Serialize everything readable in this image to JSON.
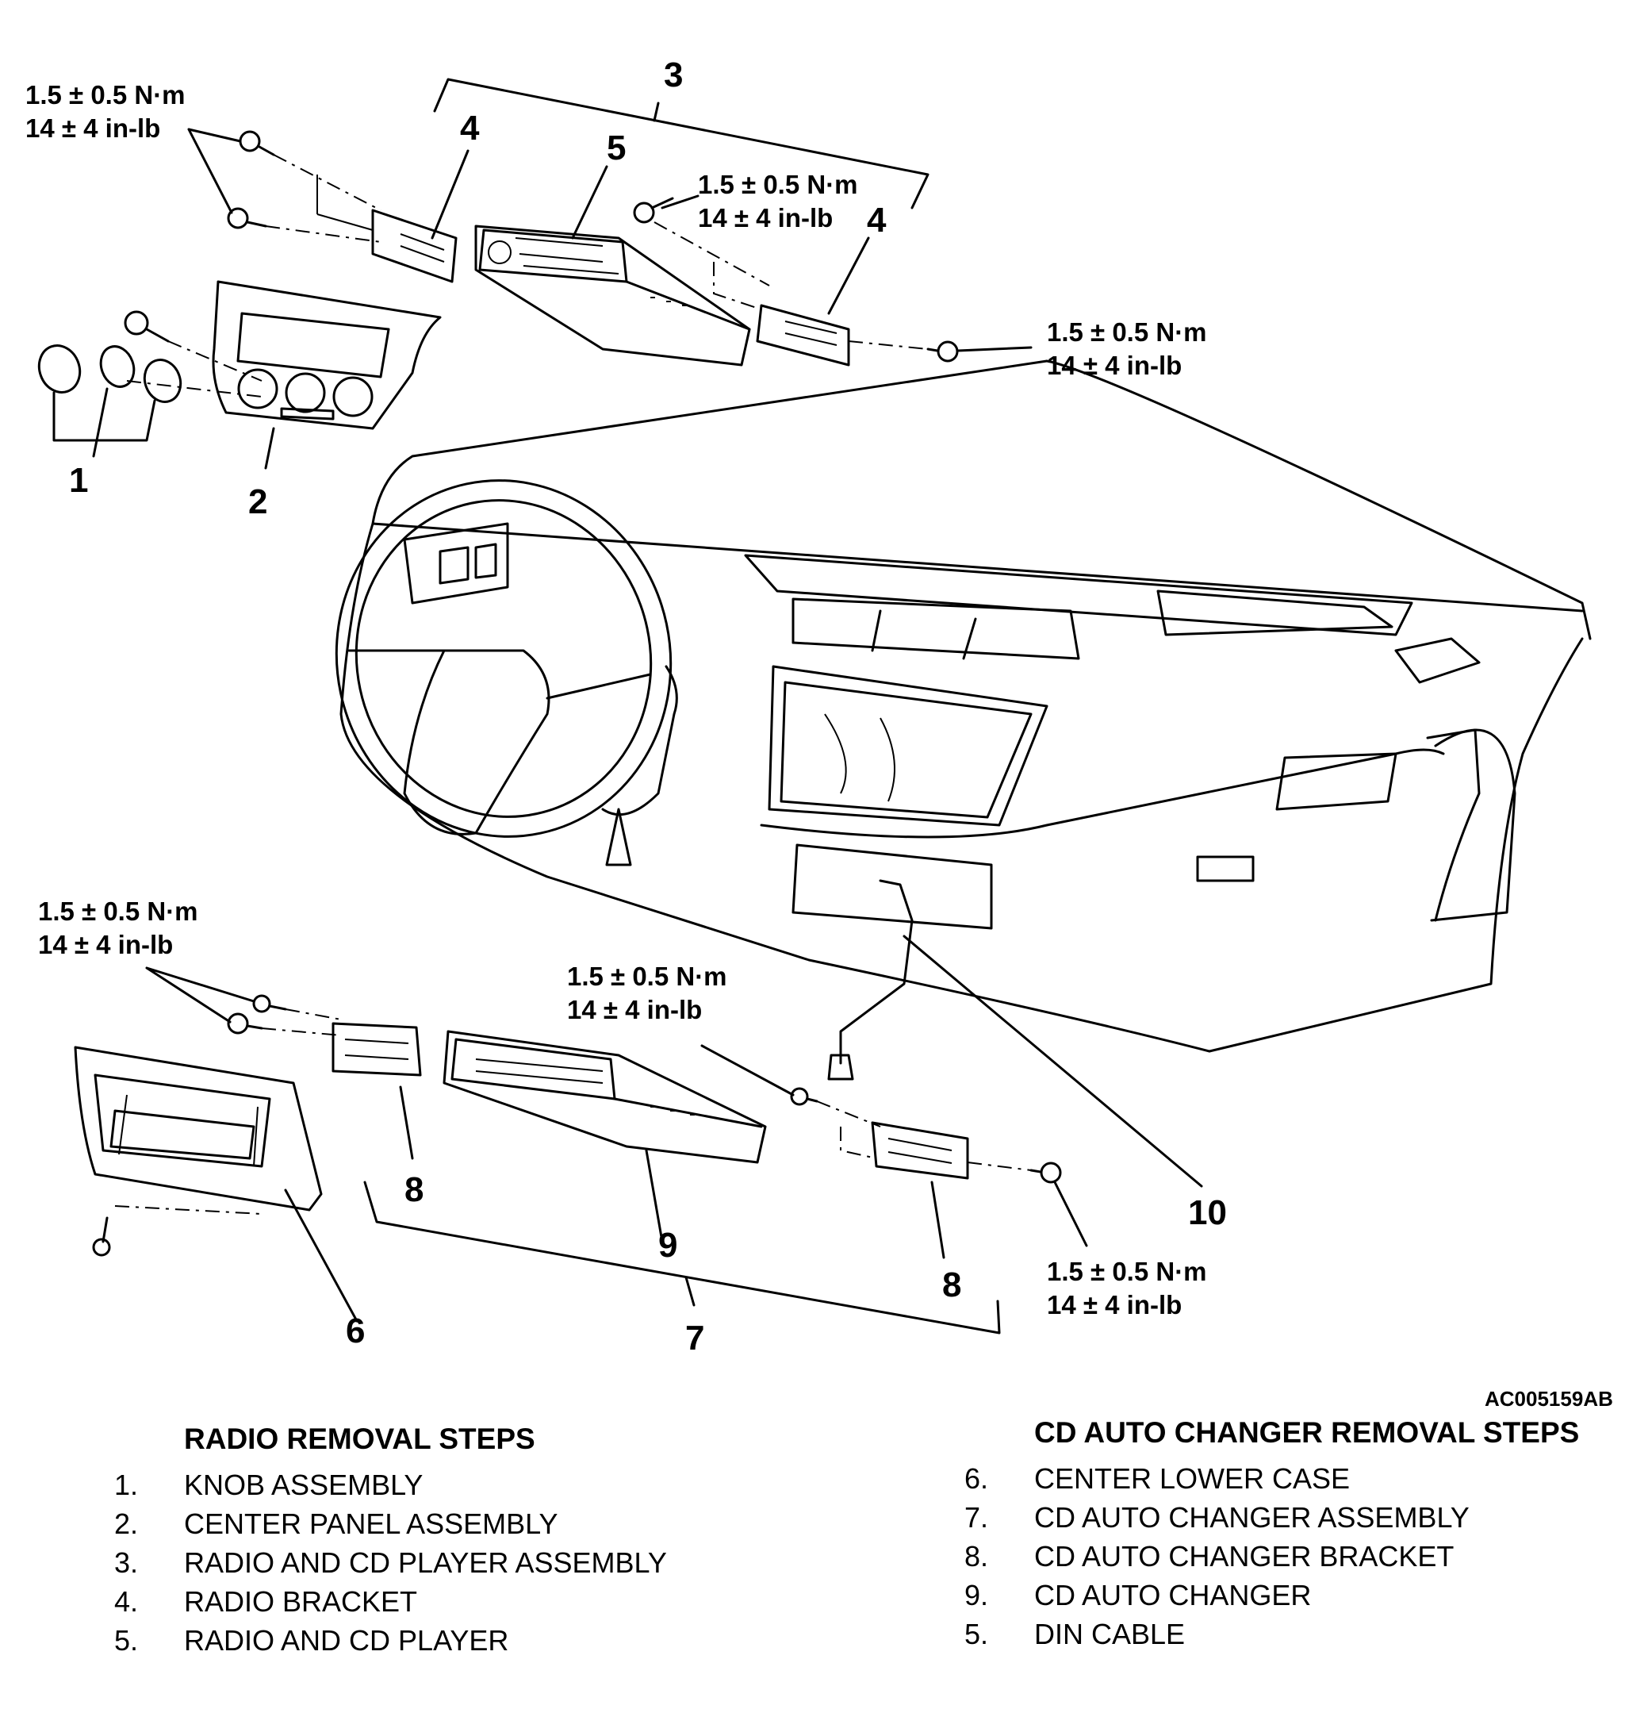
{
  "torque_labels": [
    {
      "nm": "1.5 ± 0.5 N·m",
      "inlb": "14 ± 4 in-lb"
    },
    {
      "nm": "1.5 ± 0.5 N·m",
      "inlb": "14 ± 4 in-lb"
    },
    {
      "nm": "1.5 ± 0.5 N·m",
      "inlb": "14 ± 4 in-lb"
    },
    {
      "nm": "1.5 ± 0.5 N·m",
      "inlb": "14 ± 4 in-lb"
    },
    {
      "nm": "1.5 ± 0.5 N·m",
      "inlb": "14 ± 4 in-lb"
    },
    {
      "nm": "1.5 ± 0.5 N·m",
      "inlb": "14 ± 4 in-lb"
    }
  ],
  "callouts": [
    "1",
    "2",
    "3",
    "4",
    "4",
    "5",
    "6",
    "7",
    "8",
    "8",
    "9",
    "10"
  ],
  "figure_id": "AC005159AB",
  "radio_steps": {
    "heading": "RADIO REMOVAL STEPS",
    "items": [
      {
        "num": "1.",
        "label": "KNOB ASSEMBLY"
      },
      {
        "num": "2.",
        "label": "CENTER PANEL ASSEMBLY"
      },
      {
        "num": "3.",
        "label": "RADIO AND CD PLAYER ASSEMBLY"
      },
      {
        "num": "4.",
        "label": "RADIO BRACKET"
      },
      {
        "num": "5.",
        "label": "RADIO AND CD PLAYER"
      }
    ]
  },
  "cd_steps": {
    "heading": "CD AUTO CHANGER REMOVAL STEPS",
    "items": [
      {
        "num": "6.",
        "label": "CENTER LOWER CASE"
      },
      {
        "num": "7.",
        "label": "CD AUTO CHANGER ASSEMBLY"
      },
      {
        "num": "8.",
        "label": "CD AUTO CHANGER BRACKET"
      },
      {
        "num": "9.",
        "label": "CD AUTO CHANGER"
      },
      {
        "num": "5.",
        "label": "DIN CABLE"
      }
    ]
  }
}
